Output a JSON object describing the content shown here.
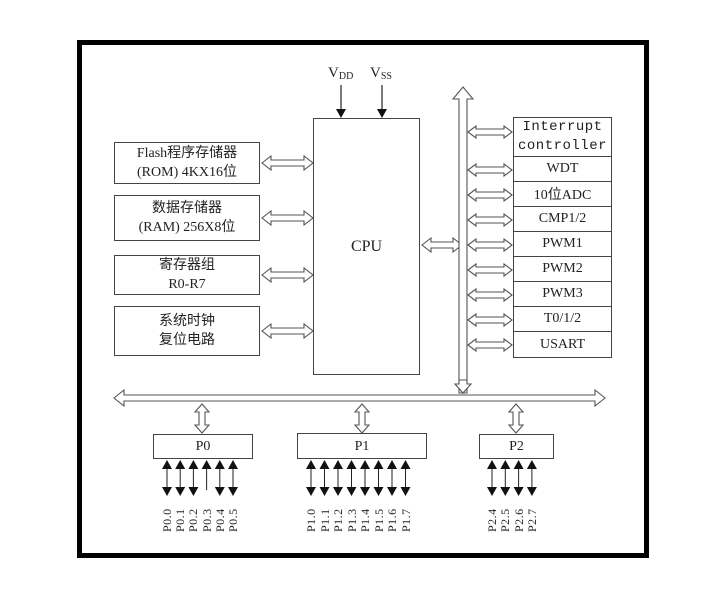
{
  "power": {
    "vdd": {
      "main": "V",
      "sub": "DD"
    },
    "vss": {
      "main": "V",
      "sub": "SS"
    }
  },
  "left_blocks": [
    {
      "line1": "Flash程序存储器",
      "line2": "(ROM) 4KX16位"
    },
    {
      "line1": "数据存储器",
      "line2": "(RAM) 256X8位"
    },
    {
      "line1": "寄存器组",
      "line2": "R0-R7"
    },
    {
      "line1": "系统时钟",
      "line2": "复位电路"
    }
  ],
  "cpu": {
    "label": "CPU"
  },
  "peripherals": [
    {
      "line1": "Interrupt",
      "line2": "controller"
    },
    {
      "label": "WDT"
    },
    {
      "label": "10位ADC"
    },
    {
      "label": "CMP1/2"
    },
    {
      "label": "PWM1"
    },
    {
      "label": "PWM2"
    },
    {
      "label": "PWM3"
    },
    {
      "label": "T0/1/2"
    },
    {
      "label": "USART"
    }
  ],
  "ports": [
    {
      "label": "P0",
      "pins": [
        {
          "name": "P0.0",
          "direction": "bidirectional"
        },
        {
          "name": "P0.1",
          "direction": "bidirectional"
        },
        {
          "name": "P0.2",
          "direction": "bidirectional"
        },
        {
          "name": "P0.3",
          "direction": "input"
        },
        {
          "name": "P0.4",
          "direction": "bidirectional"
        },
        {
          "name": "P0.5",
          "direction": "bidirectional"
        }
      ]
    },
    {
      "label": "P1",
      "pins": [
        {
          "name": "P1.0",
          "direction": "bidirectional"
        },
        {
          "name": "P1.1",
          "direction": "bidirectional"
        },
        {
          "name": "P1.2",
          "direction": "bidirectional"
        },
        {
          "name": "P1.3",
          "direction": "bidirectional"
        },
        {
          "name": "P1.4",
          "direction": "bidirectional"
        },
        {
          "name": "P1.5",
          "direction": "bidirectional"
        },
        {
          "name": "P1.6",
          "direction": "bidirectional"
        },
        {
          "name": "P1.7",
          "direction": "bidirectional"
        }
      ]
    },
    {
      "label": "P2",
      "pins": [
        {
          "name": "P2.4",
          "direction": "bidirectional"
        },
        {
          "name": "P2.5",
          "direction": "bidirectional"
        },
        {
          "name": "P2.6",
          "direction": "bidirectional"
        },
        {
          "name": "P2.7",
          "direction": "bidirectional"
        }
      ]
    }
  ]
}
